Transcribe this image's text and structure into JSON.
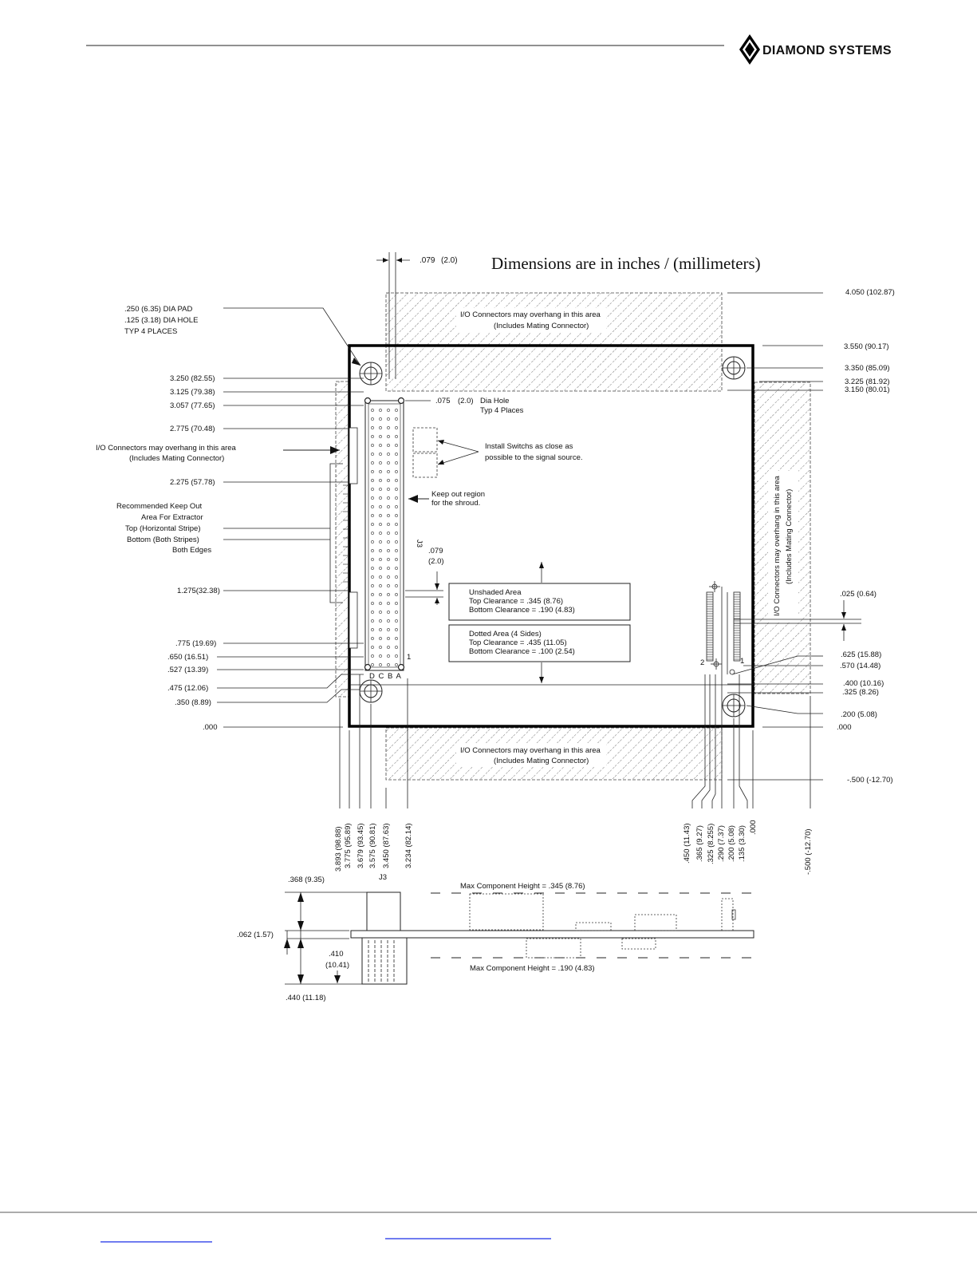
{
  "header": {
    "brand": "DIAMOND SYSTEMS"
  },
  "drawing": {
    "title": "Dimensions are in inches / (millimeters)",
    "top_dims": {
      "gap": ".079",
      "gap_mm": "(2.0)"
    },
    "overhang_notes": {
      "top": [
        "I/O Connectors may overhang in this area",
        "(Includes Mating Connector)"
      ],
      "bottom": [
        "I/O Connectors may overhang in this area",
        "(Includes Mating Connector)"
      ],
      "left": [
        "I/O Connectors may overhang in this area",
        "(Includes Mating Connector)"
      ],
      "right": [
        "I/O Connectors may overhang in this area",
        "(Includes Mating Connector)"
      ]
    },
    "pad_note": [
      ".250 (6.35) DIA PAD",
      ".125 (3.18) DIA HOLE",
      "TYP 4 PLACES"
    ],
    "hole_note": {
      "dim": ".075",
      "dim_mm": "(2.0)",
      "lines": [
        "Dia Hole",
        "Typ 4 Places"
      ]
    },
    "switch_note": [
      "Install Switchs as close as",
      "possible to the signal source."
    ],
    "keepout_note": [
      "Keep out region",
      "for the shroud."
    ],
    "extractor_note": [
      "Recommended Keep Out",
      "Area For Extractor",
      "Top (Horizontal Stripe)",
      "Bottom (Both Stripes)",
      "Both Edges"
    ],
    "unshaded_box": [
      "Unshaded Area",
      "Top Clearance = .345 (8.76)",
      "Bottom Clearance = .190 (4.83)"
    ],
    "dotted_box": [
      "Dotted Area (4 Sides)",
      "Top Clearance = .435 (11.05)",
      "Bottom Clearance = .100 (2.54)"
    ],
    "mid_dim": [
      ".079",
      "(2.0)"
    ],
    "conn_label": "J3",
    "pin_rows": "D C B A",
    "pin_one": "1",
    "header_pins": [
      "2",
      "1"
    ],
    "left_dims": [
      "3.250 (82.55)",
      "3.125 (79.38)",
      "3.057 (77.65)",
      "2.775 (70.48)",
      "2.275 (57.78)",
      "1.275(32.38)",
      ".775 (19.69)",
      ".650 (16.51)",
      ".527 (13.39)",
      ".475 (12.06)",
      ".350 (8.89)",
      ".000"
    ],
    "right_dims": [
      "4.050 (102.87)",
      "3.550 (90.17)",
      "3.350 (85.09)",
      "3.225 (81.92)",
      "3.150 (80.01)",
      ".025 (0.64)",
      ".625 (15.88)",
      ".570 (14.48)",
      ".400 (10.16)",
      ".325 (8.26)",
      ".200 (5.08)",
      ".000",
      "-.500 (-12.70)"
    ],
    "bottom_dims_left": [
      "3.893 (98.88)",
      "3.775 (95.89)",
      "3.679 (93.45)",
      "3.575 (90.81)",
      "3.450 (87.63)",
      "3.234 (82.14)"
    ],
    "bottom_dims_right": [
      ".450 (11.43)",
      ".365 (9.27)",
      ".325 (8.255)",
      ".290 (7.37)",
      ".200 (5.08)",
      ".135 (3.30)",
      ".000",
      "-.500 (-12.70)"
    ],
    "side_view": {
      "top_height": ".368 (9.35)",
      "board": ".062 (1.57)",
      "pin_len": [
        ".410",
        "(10.41)"
      ],
      "total": ".440 (11.18)",
      "conn": "J3",
      "max_top": "Max Component Height = .345 (8.76)",
      "max_bottom": "Max Component Height = .190 (4.83)"
    }
  }
}
